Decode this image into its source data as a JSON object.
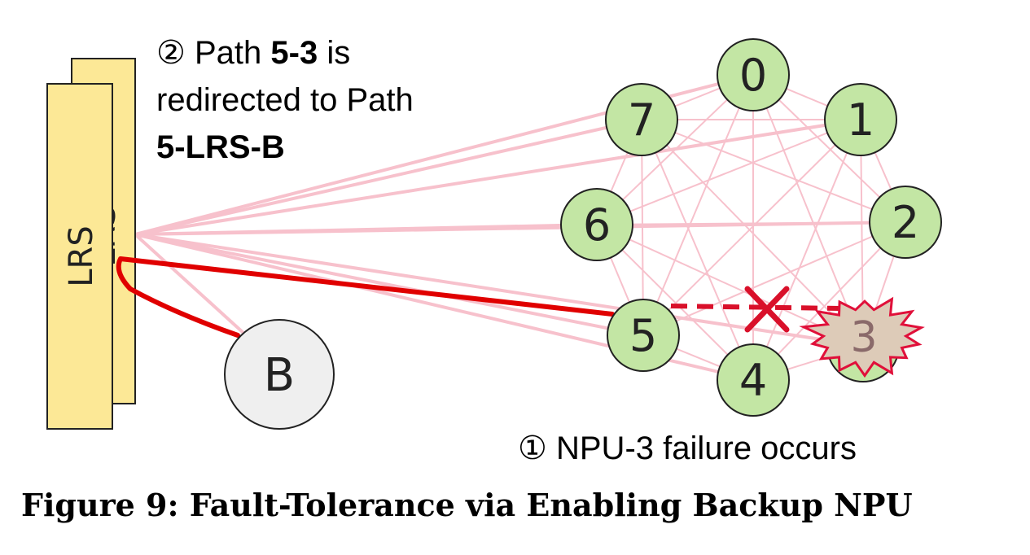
{
  "annotation_top": {
    "marker": "②",
    "line1_prefix": "Path",
    "line1_bold": "5-3",
    "line1_suffix": "is",
    "line2": "redirected to Path",
    "line3_bold": "5-LRS-B"
  },
  "annotation_bottom": {
    "marker": "①",
    "text": "NPU-3 failure occurs"
  },
  "lrs_label": "LRS",
  "backup_node_label": "B",
  "npu_nodes": [
    {
      "id": "0",
      "label": "0"
    },
    {
      "id": "1",
      "label": "1"
    },
    {
      "id": "2",
      "label": "2"
    },
    {
      "id": "3",
      "label": "3",
      "failed": true
    },
    {
      "id": "4",
      "label": "4"
    },
    {
      "id": "5",
      "label": "5"
    },
    {
      "id": "6",
      "label": "6"
    },
    {
      "id": "7",
      "label": "7"
    }
  ],
  "colors": {
    "lrs_fill": "#fce896",
    "npu_fill": "#c3e6a4",
    "backup_fill": "#efefef",
    "link": "#f7c1cc",
    "redirect_path": "#e00000",
    "failed_link": "#d9102a",
    "failed_node_fill": "#ddcbb8"
  },
  "caption": "Figure 9: Fault-Tolerance via Enabling Backup NPU"
}
